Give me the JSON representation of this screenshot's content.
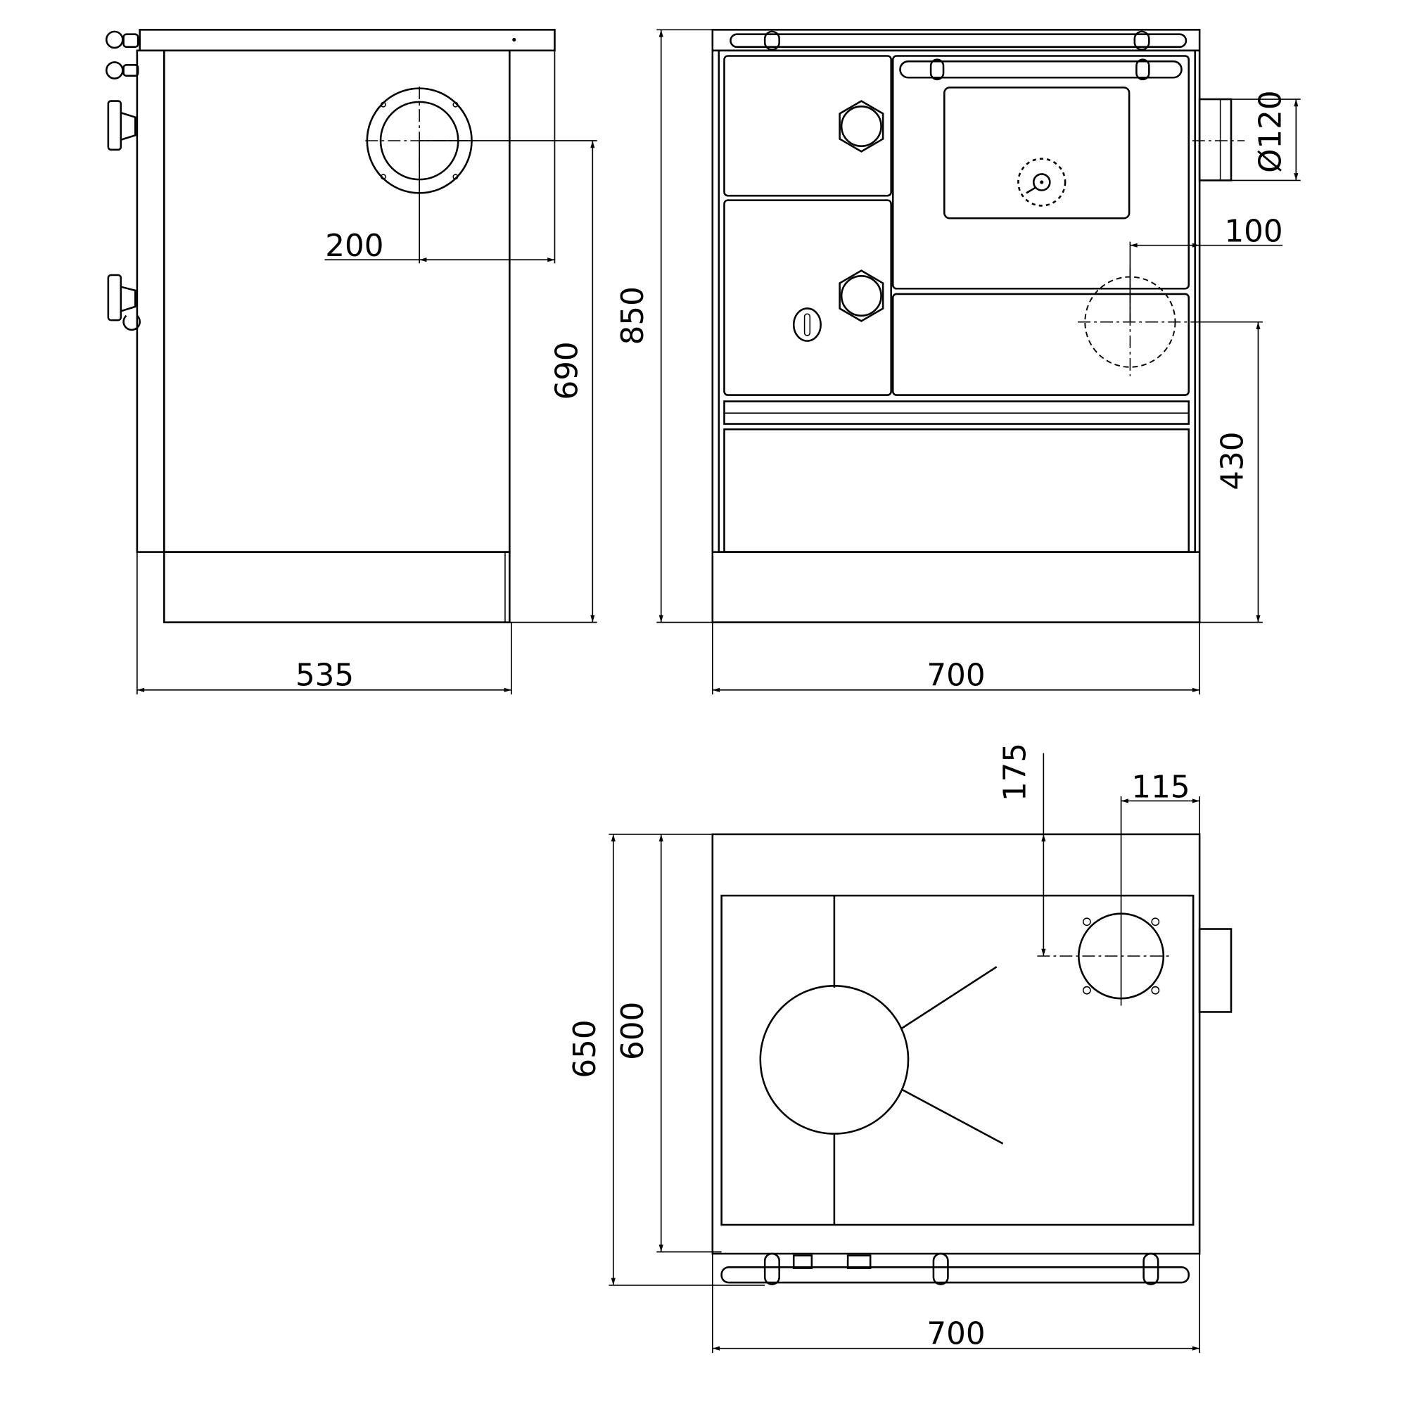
{
  "drawing": {
    "units": "mm",
    "line_color": "#000000",
    "background": "#ffffff",
    "side_view": {
      "depth": "535",
      "flue_height": "690",
      "flue_offset": "200"
    },
    "front_view": {
      "height": "850",
      "width": "700",
      "flue_diameter": "Ø120",
      "rear_flue_offset": "100",
      "rear_flue_height": "430"
    },
    "top_view": {
      "depth_total": "650",
      "depth_body": "600",
      "width": "700",
      "flue_from_back": "175",
      "flue_from_side": "115"
    }
  }
}
